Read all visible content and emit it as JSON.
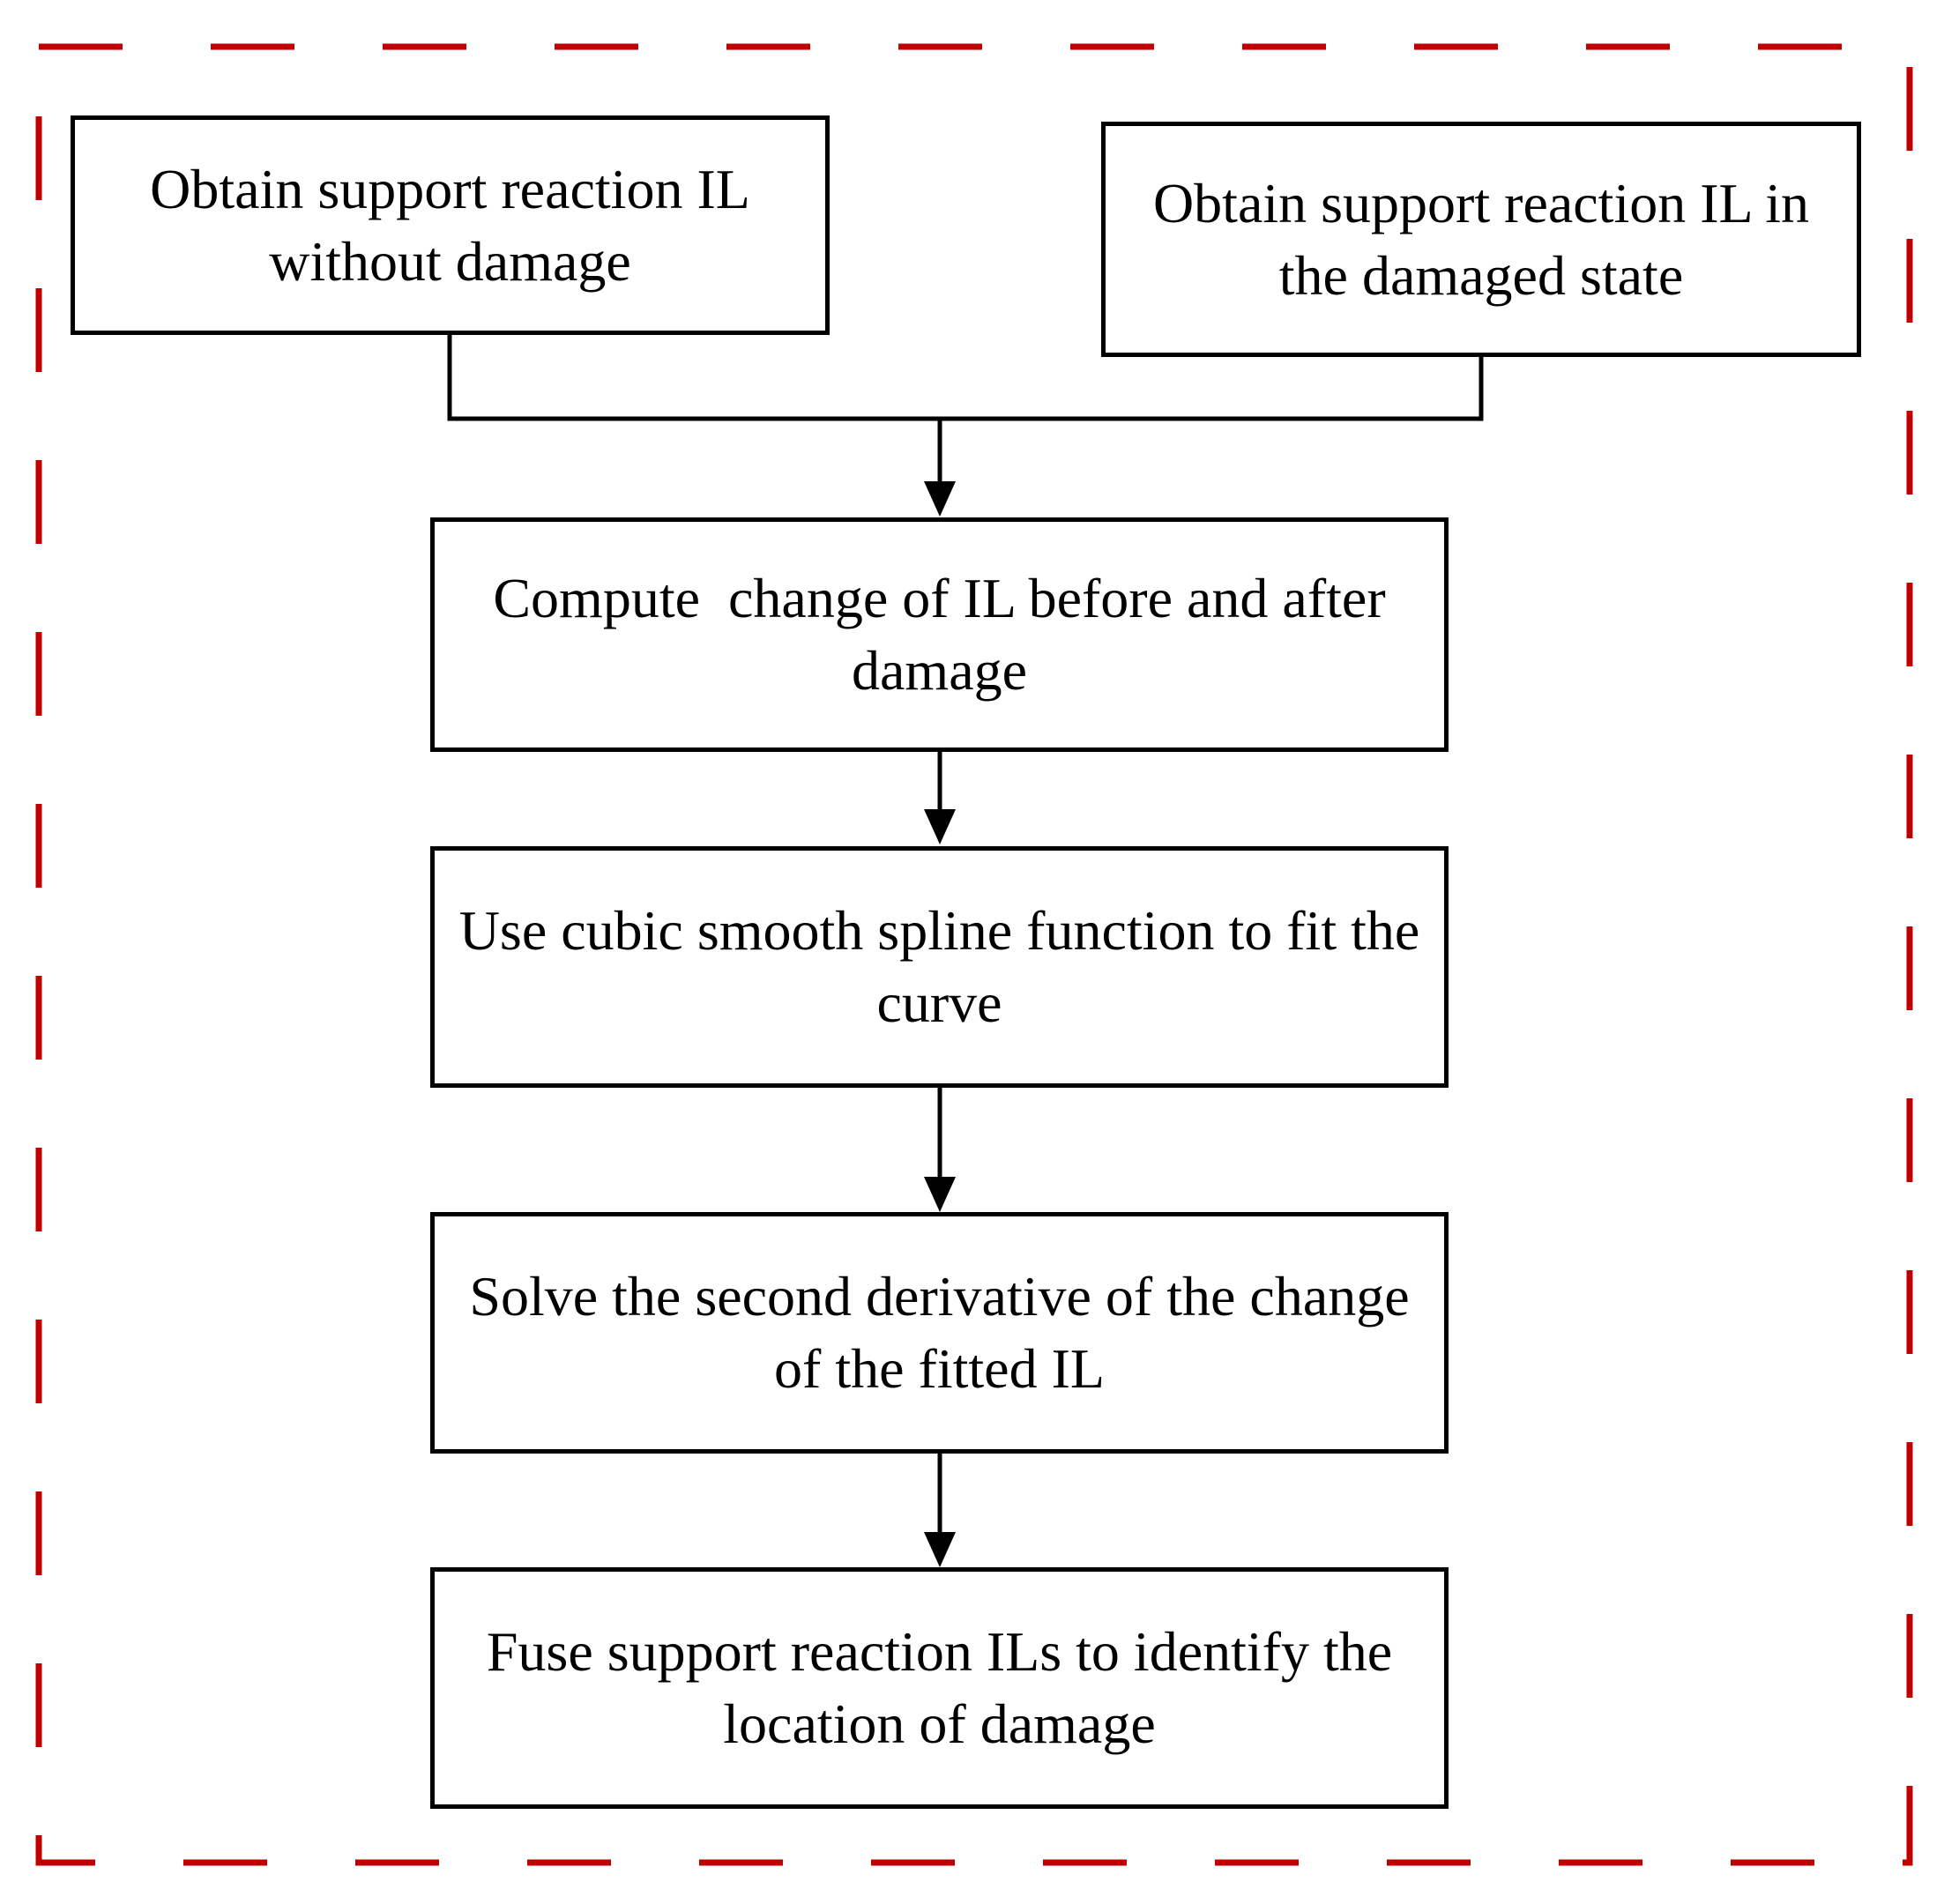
{
  "colors": {
    "frame": "#c00000",
    "line": "#000000",
    "box_border": "#000000",
    "text": "#000000"
  },
  "flowchart": {
    "box_without_damage": "Obtain support reaction IL without damage",
    "box_damaged_state": "Obtain support reaction IL in the damaged state",
    "box_compute_change": "Compute  change of IL before and after damage",
    "box_spline_fit": "Use cubic smooth spline function to fit the curve",
    "box_second_derivative": "Solve the second derivative of the change of the fitted IL",
    "box_fuse": "Fuse support reaction ILs to identify the location of damage"
  }
}
